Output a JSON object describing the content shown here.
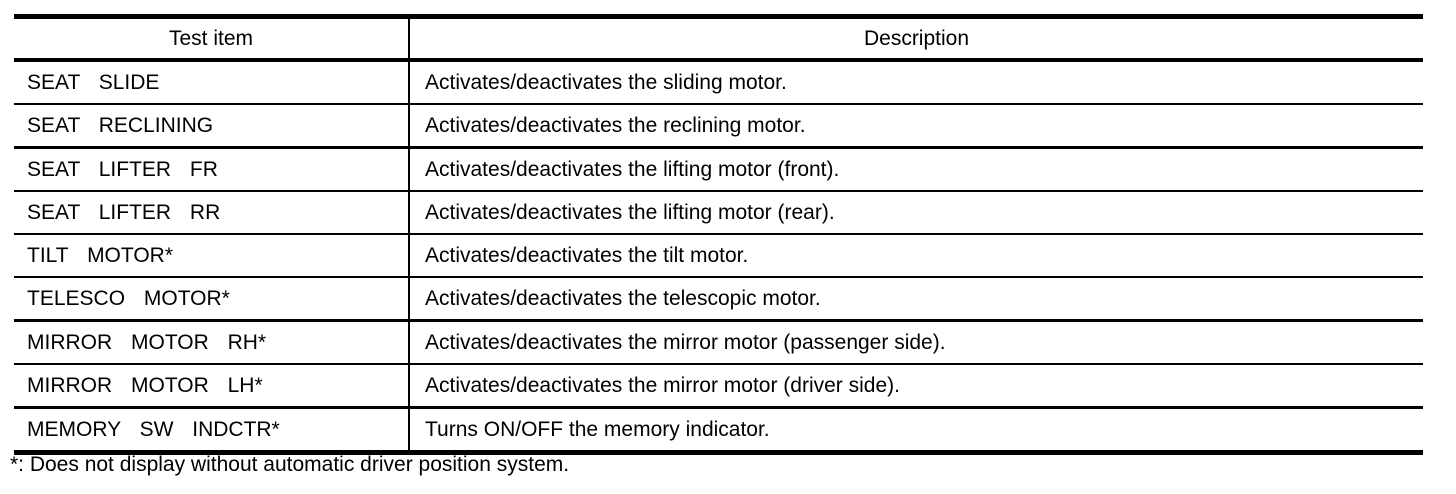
{
  "table": {
    "headers": {
      "test_item": "Test item",
      "description": "Description"
    },
    "rows": [
      {
        "item": "SEAT SLIDE",
        "desc": "Activates/deactivates the sliding motor."
      },
      {
        "item": "SEAT RECLINING",
        "desc": "Activates/deactivates the reclining motor."
      },
      {
        "item": "SEAT LIFTER FR",
        "desc": "Activates/deactivates the lifting motor (front)."
      },
      {
        "item": "SEAT LIFTER RR",
        "desc": "Activates/deactivates the lifting motor (rear)."
      },
      {
        "item": "TILT MOTOR*",
        "desc": "Activates/deactivates the tilt motor."
      },
      {
        "item": "TELESCO MOTOR*",
        "desc": "Activates/deactivates the telescopic motor."
      },
      {
        "item": "MIRROR MOTOR RH*",
        "desc": "Activates/deactivates the mirror motor (passenger side)."
      },
      {
        "item": "MIRROR MOTOR LH*",
        "desc": "Activates/deactivates the mirror motor (driver side)."
      },
      {
        "item": "MEMORY SW INDCTR*",
        "desc": "Turns ON/OFF the memory indicator."
      }
    ]
  },
  "footnote": "*: Does not display without automatic driver position system.",
  "colors": {
    "text": "#000000",
    "background": "#ffffff",
    "border": "#000000"
  }
}
